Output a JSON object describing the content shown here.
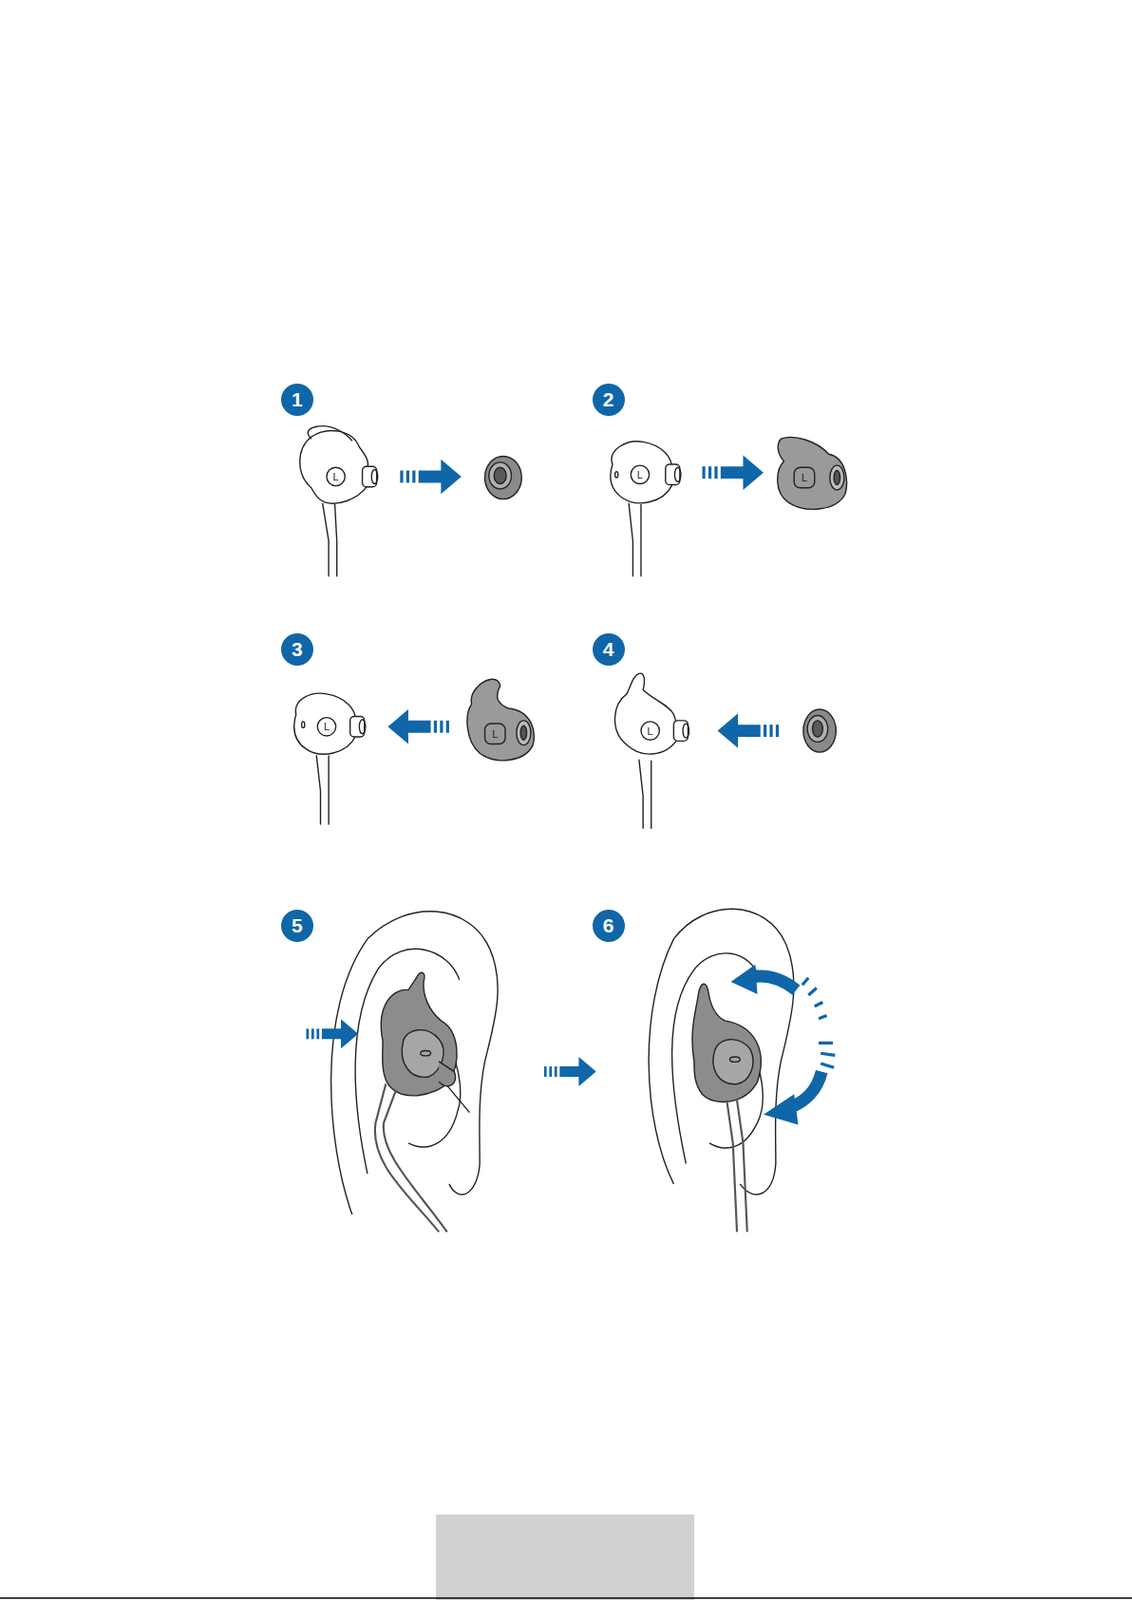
{
  "diagram": {
    "nodes": [
      {
        "text": [
          "1"
        ]
      },
      {
        "text": [
          "2"
        ]
      },
      {
        "text": [
          "3"
        ]
      },
      {
        "text": [
          "4"
        ]
      },
      {
        "text": [
          "5"
        ]
      },
      {
        "text": [
          "6"
        ]
      }
    ],
    "labels": [
      "L",
      "L",
      "L",
      "L",
      "L",
      "L"
    ]
  }
}
